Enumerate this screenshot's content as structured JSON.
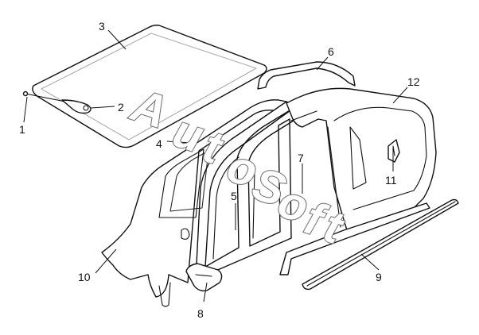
{
  "watermark": {
    "letters": [
      "A",
      "u",
      "t",
      "o",
      "S",
      "o",
      "f",
      "t"
    ]
  },
  "callouts": [
    {
      "id": "1",
      "text": "1"
    },
    {
      "id": "2",
      "text": "2"
    },
    {
      "id": "3",
      "text": "3"
    },
    {
      "id": "4",
      "text": "4"
    },
    {
      "id": "5",
      "text": "5"
    },
    {
      "id": "6",
      "text": "6"
    },
    {
      "id": "7",
      "text": "7"
    },
    {
      "id": "8",
      "text": "8"
    },
    {
      "id": "9",
      "text": "9"
    },
    {
      "id": "10",
      "text": "10"
    },
    {
      "id": "11",
      "text": "11"
    },
    {
      "id": "12",
      "text": "12"
    }
  ]
}
